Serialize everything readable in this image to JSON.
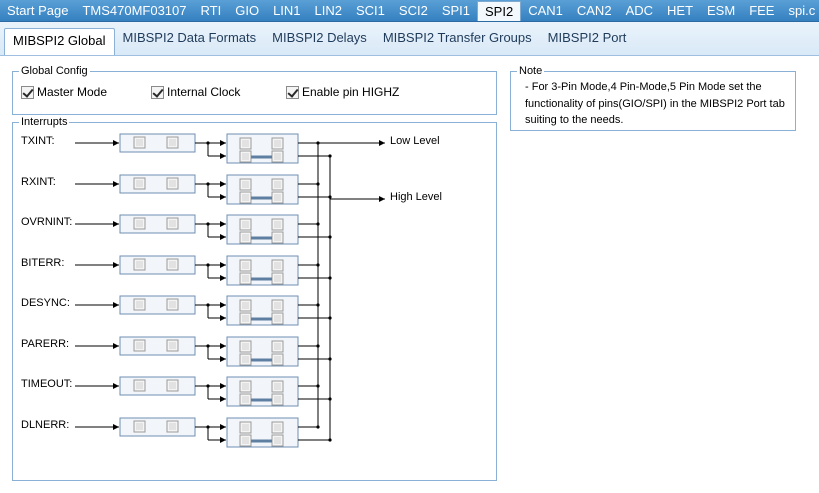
{
  "top_tabs": [
    "Start Page",
    "TMS470MF03107",
    "RTI",
    "GIO",
    "LIN1",
    "LIN2",
    "SCI1",
    "SCI2",
    "SPI1",
    "SPI2",
    "CAN1",
    "CAN2",
    "ADC",
    "HET",
    "ESM",
    "FEE",
    "spi.c"
  ],
  "top_active": "SPI2",
  "sub_tabs": [
    "MIBSPI2 Global",
    "MIBSPI2 Data Formats",
    "MIBSPI2 Delays",
    "MIBSPI2 Transfer Groups",
    "MIBSPI2 Port"
  ],
  "sub_active": "MIBSPI2 Global",
  "global_config": {
    "title": "Global Config",
    "master_mode": "Master Mode",
    "internal_clock": "Internal Clock",
    "enable_pin_highz": "Enable pin HIGHZ"
  },
  "note": {
    "title": "Note",
    "text": "- For 3-Pin Mode,4 Pin-Mode,5 Pin Mode set the functionality of pins(GIO/SPI) in the MIBSPI2 Port tab suiting to the needs."
  },
  "interrupts": {
    "title": "Interrupts",
    "items": [
      "TXINT:",
      "RXINT:",
      "OVRNINT:",
      "BITERR:",
      "DESYNC:",
      "PARERR:",
      "TIMEOUT:",
      "DLNERR:"
    ],
    "outputs": {
      "low": "Low Level",
      "high": "High Level"
    }
  }
}
